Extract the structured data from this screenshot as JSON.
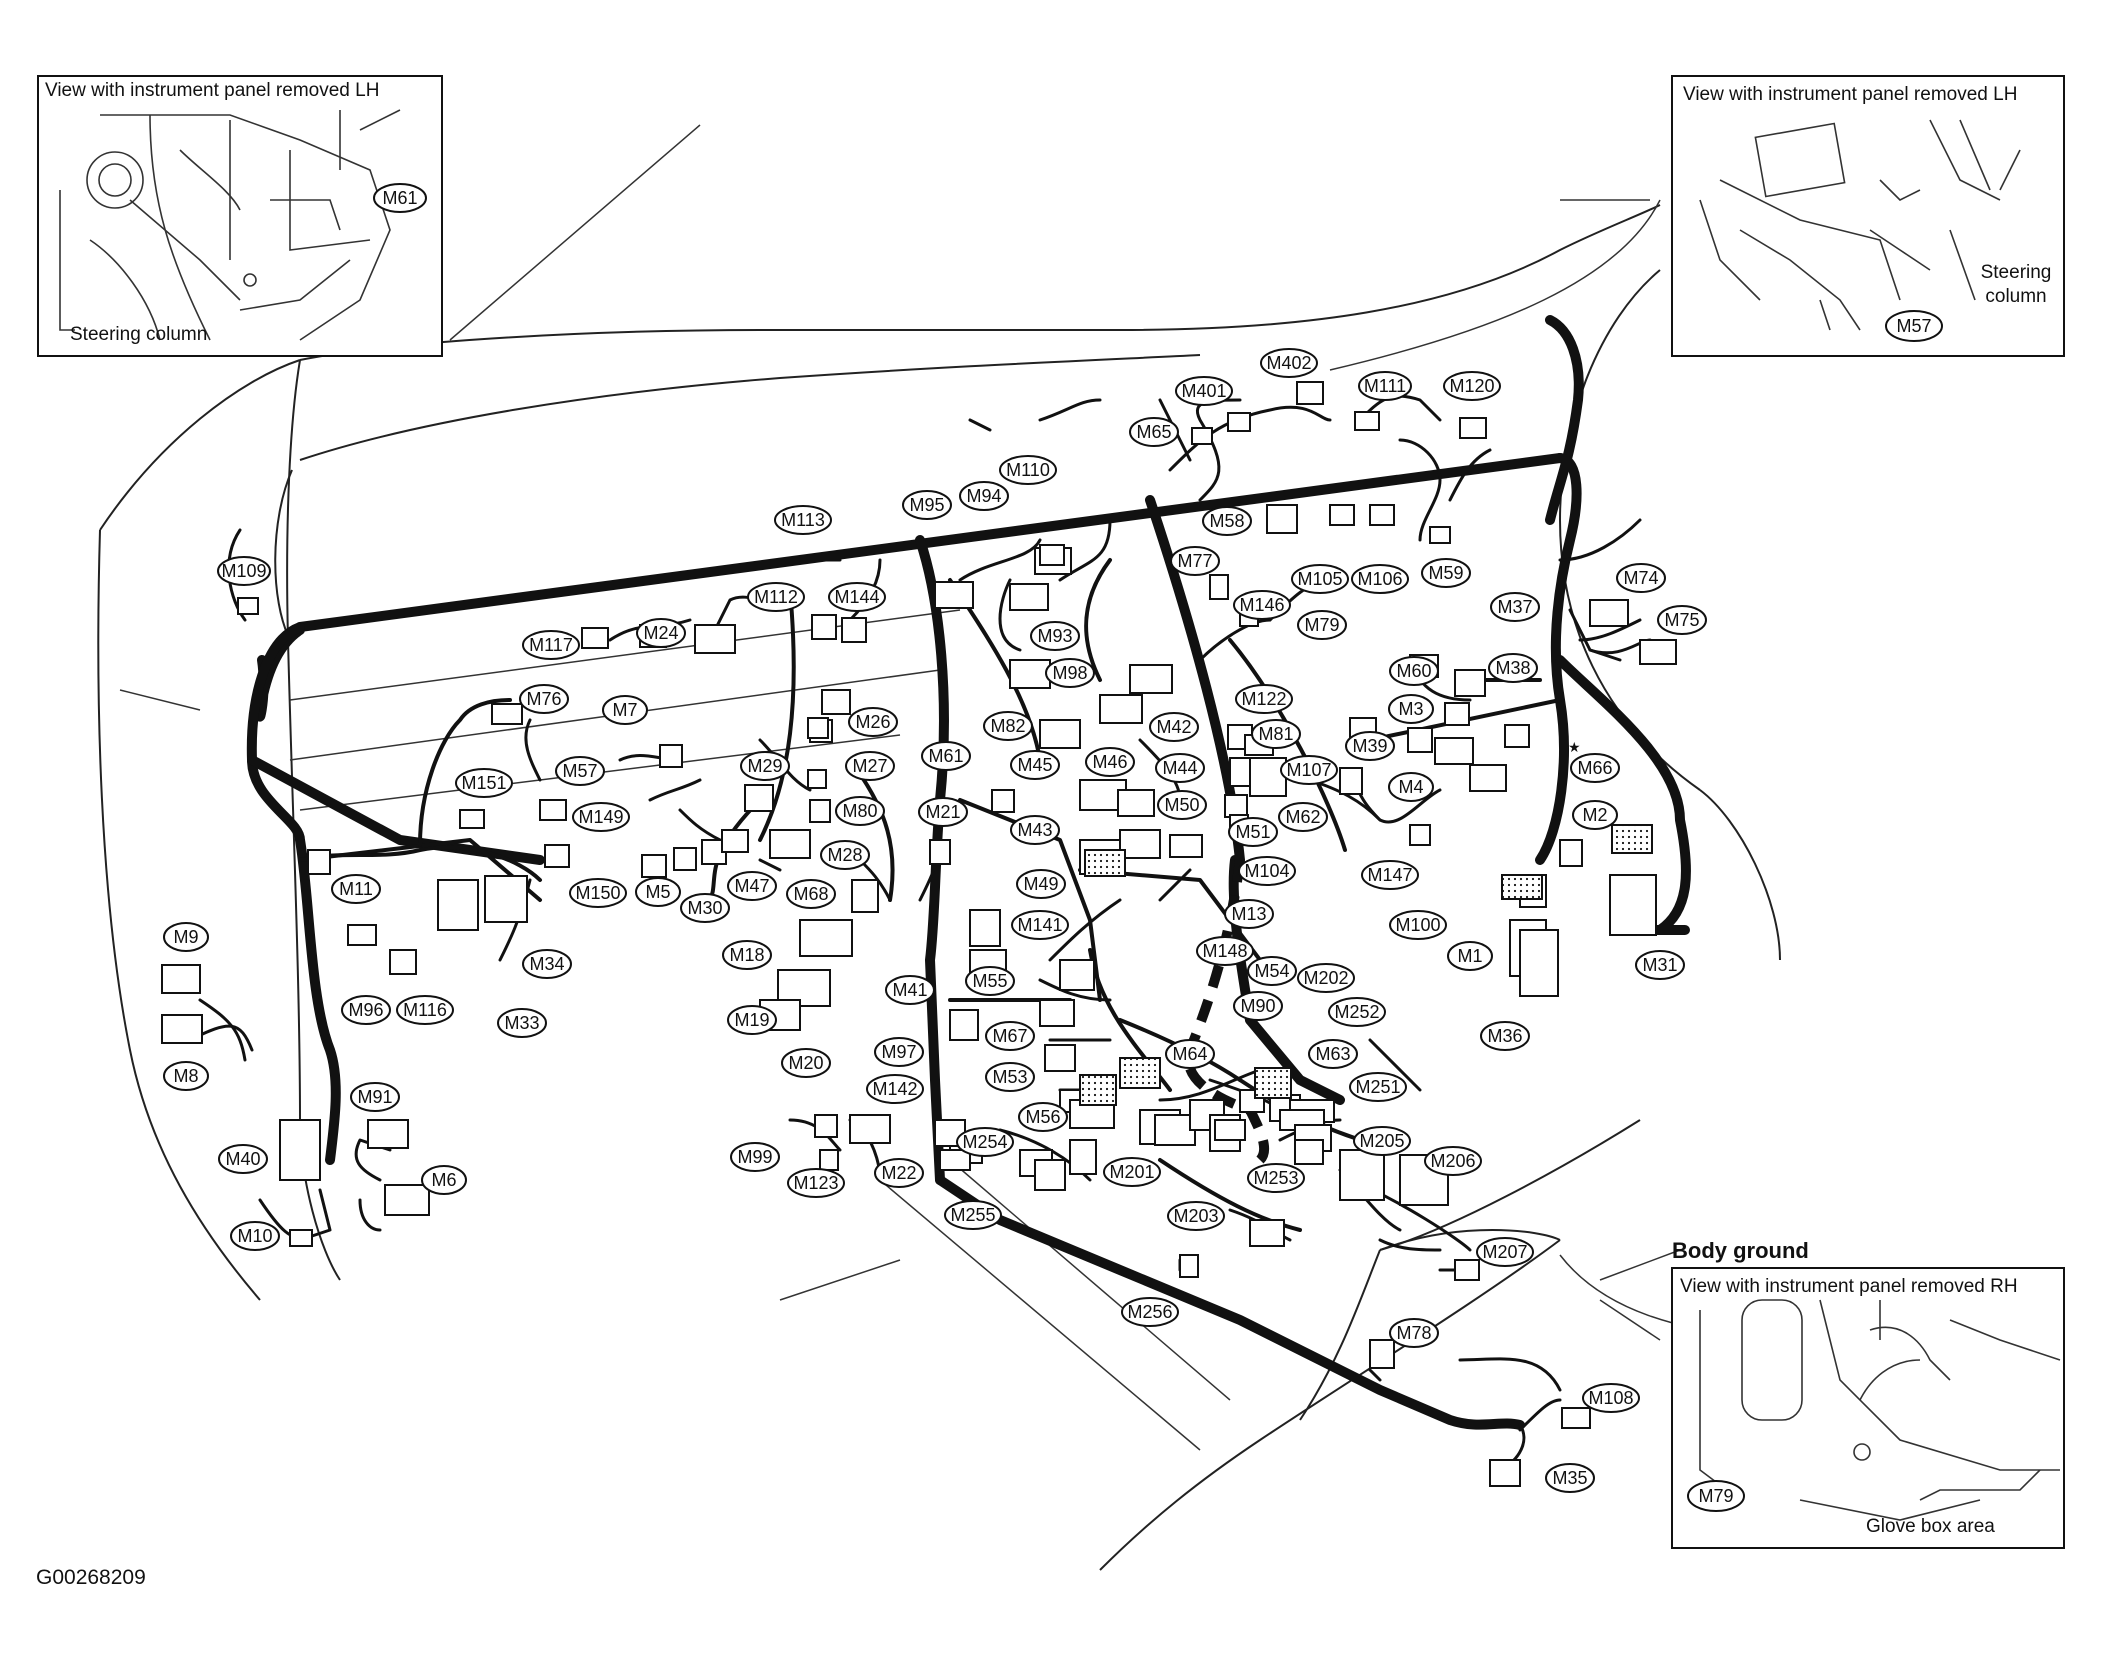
{
  "callouts": {
    "m109": "M109",
    "m117": "M117",
    "m24": "M24",
    "m112": "M112",
    "m113": "M113",
    "m144": "M144",
    "m95": "M95",
    "m94": "M94",
    "m110": "M110",
    "m65": "M65",
    "m401": "M401",
    "m402": "M402",
    "m111": "M111",
    "m120": "M120",
    "m58": "M58",
    "m77": "M77",
    "m105": "M105",
    "m106": "M106",
    "m59": "M59",
    "m146": "M146",
    "m79": "M79",
    "m74": "M74",
    "m75": "M75",
    "m37": "M37",
    "m38": "M38",
    "m60": "M60",
    "m3": "M3",
    "m39": "M39",
    "m4": "M4",
    "m66": "M66",
    "m2": "M2",
    "m31": "M31",
    "m36": "M36",
    "m1": "M1",
    "m100": "M100",
    "m147": "M147",
    "m62": "M62",
    "m107": "M107",
    "m81": "M81",
    "m122": "M122",
    "m42": "M42",
    "m93": "M93",
    "m98": "M98",
    "m82": "M82",
    "m45": "M45",
    "m46": "M46",
    "m44": "M44",
    "m50": "M50",
    "m51": "M51",
    "m43": "M43",
    "m76": "M76",
    "m7": "M7",
    "m26": "M26",
    "m27": "M27",
    "m29": "M29",
    "m80": "M80",
    "m57": "M57",
    "m151": "M151",
    "m149": "M149",
    "m28": "M28",
    "m5": "M5",
    "m47": "M47",
    "m30": "M30",
    "m150": "M150",
    "m11": "M11",
    "m61": "M61",
    "m21": "M21",
    "m68": "M68",
    "m18": "M18",
    "m19": "M19",
    "m34": "M34",
    "m33": "M33",
    "m96": "M96",
    "m116": "M116",
    "m9": "M9",
    "m8": "M8",
    "m49": "M49",
    "m104": "M104",
    "m141": "M141",
    "m13": "M13",
    "m148": "M148",
    "m41": "M41",
    "m55": "M55",
    "m54": "M54",
    "m202": "M202",
    "m90": "M90",
    "m252": "M252",
    "m67": "M67",
    "m64": "M64",
    "m63": "M63",
    "m97": "M97",
    "m53": "M53",
    "m142": "M142",
    "m251": "M251",
    "m20": "M20",
    "m56": "M56",
    "m205": "M205",
    "m206": "M206",
    "m91": "M91",
    "m40": "M40",
    "m6": "M6",
    "m10": "M10",
    "m99": "M99",
    "m123": "M123",
    "m22": "M22",
    "m254": "M254",
    "m201": "M201",
    "m253": "M253",
    "m255": "M255",
    "m203": "M203",
    "m207": "M207",
    "m256": "M256",
    "m78": "M78",
    "m108": "M108",
    "m35": "M35",
    "m61_inset": "M61",
    "m57_inset": "M57",
    "m79_inset": "M79"
  },
  "insets": {
    "top_left": {
      "title": "View with instrument panel removed LH",
      "steering_label": "Steering column"
    },
    "top_right": {
      "title": "View with instrument panel removed LH",
      "steering_label_line1": "Steering",
      "steering_label_line2": "column"
    },
    "bottom_right": {
      "heading": "Body ground",
      "title": "View with instrument panel removed RH",
      "glove_box_label": "Glove box area"
    }
  },
  "figure_code": "G00268209",
  "star_marker": "★",
  "colors": {
    "ink": "#111111",
    "paper": "#ffffff"
  }
}
